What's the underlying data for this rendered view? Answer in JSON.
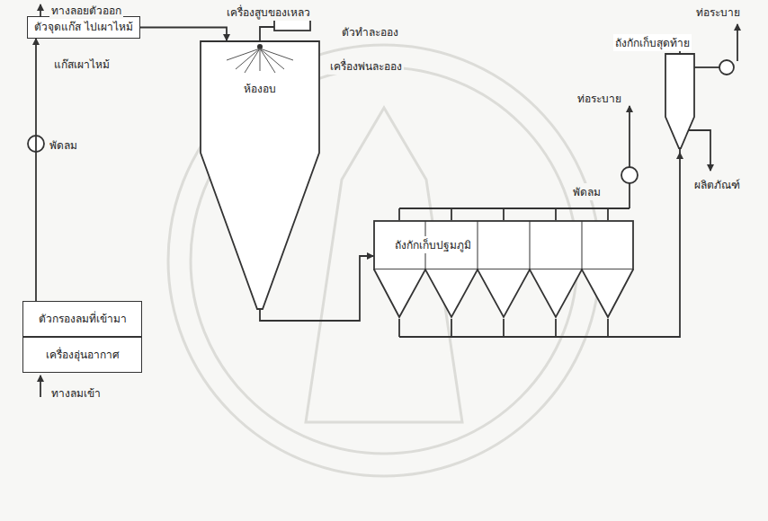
{
  "diagram": {
    "nodes": [
      {
        "text": [
          "ตัวจุดแก๊ส ไปเผาไหม้"
        ]
      },
      {
        "text": [
          "ตัวกรองลมที่เข้ามา"
        ]
      },
      {
        "text": [
          "เครื่องอุ่นอากาศ"
        ]
      },
      {
        "text": [
          "ห้องอบ"
        ]
      },
      {
        "text": [
          "ถังกักเก็บปฐมภูมิ"
        ]
      },
      {
        "text": [
          "ถังกักเก็บสุดท้าย"
        ]
      }
    ],
    "edges": [
      {
        "from": 1,
        "to": 0,
        "arrow": "to"
      },
      {
        "from": 0,
        "to": 3,
        "arrow": "to"
      },
      {
        "from": 3,
        "to": 4,
        "arrow": "to"
      },
      {
        "from": 4,
        "to": 5,
        "arrow": "to"
      }
    ],
    "labels": [
      "ทางลอยตัวออก",
      "แก๊สเผาไหม้",
      "พัดลม",
      "ทางลมเข้า",
      "เครื่องสูบของเหลว",
      "ตัวทำละออง",
      "เครื่องพ่นละออง",
      "พัดลม",
      "ท่อระบาย",
      "ท่อระบาย",
      "ผลิตภัณฑ์"
    ]
  }
}
